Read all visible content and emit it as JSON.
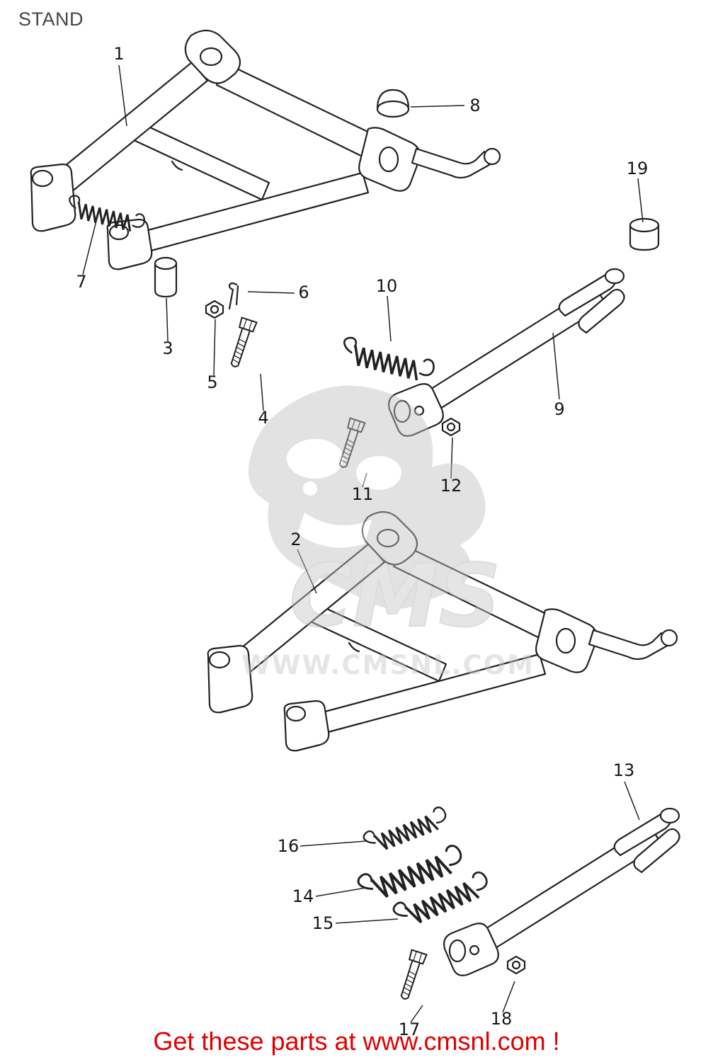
{
  "page": {
    "title": "STAND",
    "footer_text": "Get these parts at www.cmsnl.com !",
    "colors": {
      "footer_red": "#e00000",
      "line": "#222222",
      "watermark_gray": "#c6c6c6"
    }
  },
  "watermark": {
    "brand": "CMS",
    "url": "WWW.CMSNL.COM"
  },
  "parts": [
    {
      "number": "1"
    },
    {
      "number": "2"
    },
    {
      "number": "3"
    },
    {
      "number": "4"
    },
    {
      "number": "5"
    },
    {
      "number": "6"
    },
    {
      "number": "7"
    },
    {
      "number": "8"
    },
    {
      "number": "9"
    },
    {
      "number": "10"
    },
    {
      "number": "11"
    },
    {
      "number": "12"
    },
    {
      "number": "13"
    },
    {
      "number": "14"
    },
    {
      "number": "15"
    },
    {
      "number": "16"
    },
    {
      "number": "17"
    },
    {
      "number": "18"
    },
    {
      "number": "19"
    }
  ]
}
